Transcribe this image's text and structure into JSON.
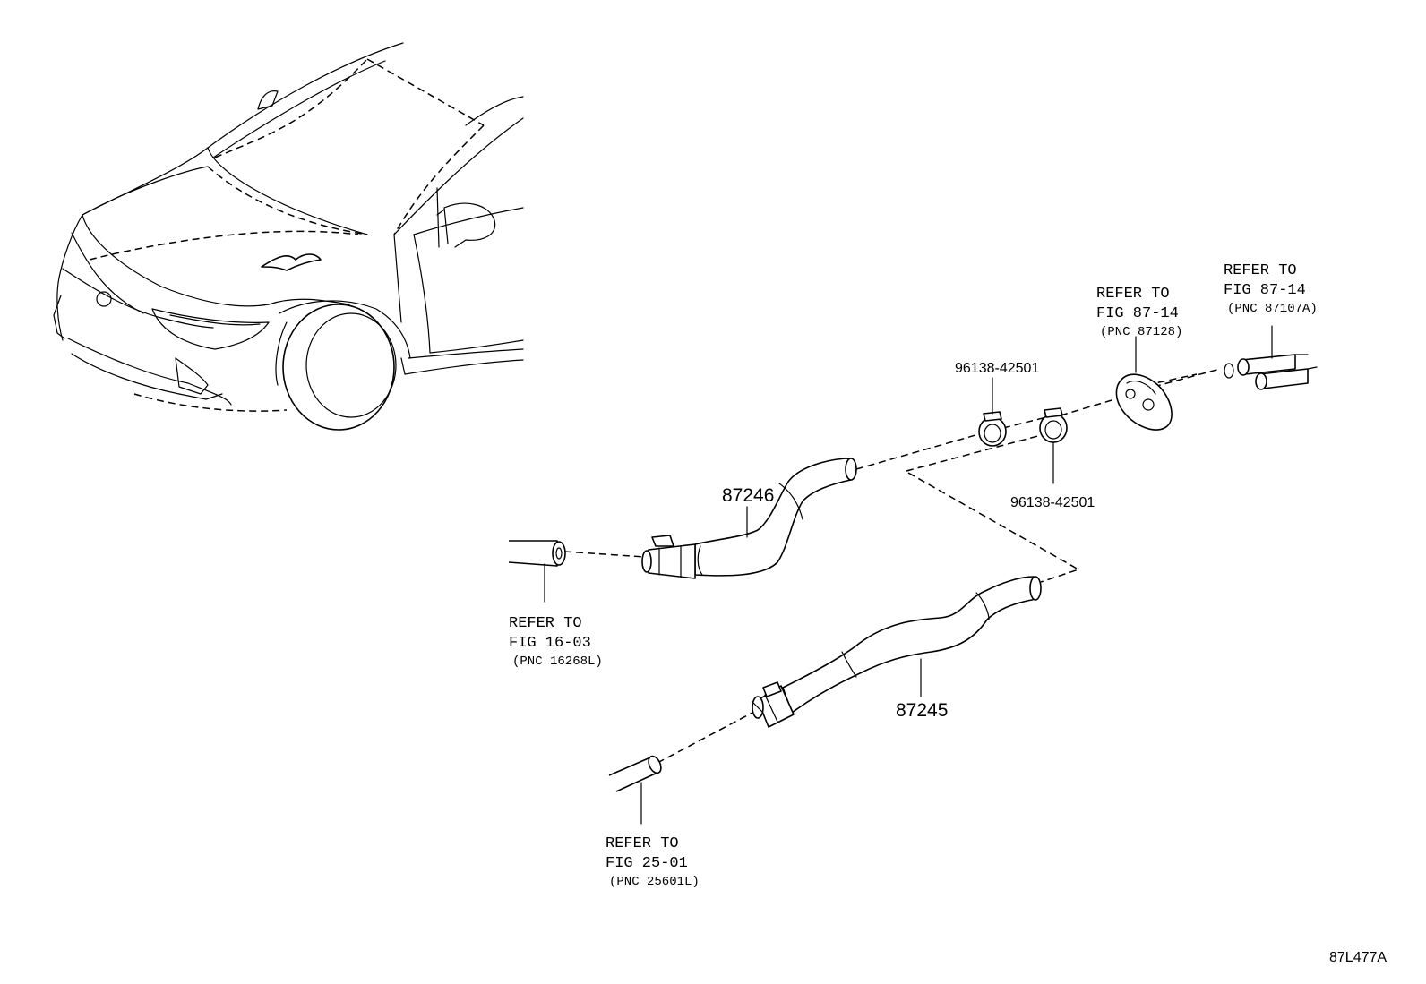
{
  "part_numbers": {
    "hose_upper": "87246",
    "hose_lower": "87245",
    "clamp_a": "96138-42501",
    "clamp_b": "96138-42501"
  },
  "references": {
    "fig_87_14_87128": {
      "line1": "REFER TO",
      "line2": "FIG 87-14",
      "line3": "(PNC 87128)"
    },
    "fig_87_14_87107a": {
      "line1": "REFER TO",
      "line2": "FIG 87-14",
      "line3": "(PNC 87107A)"
    },
    "fig_16_03": {
      "line1": "REFER TO",
      "line2": "FIG 16-03",
      "line3": "(PNC 16268L)"
    },
    "fig_25_01": {
      "line1": "REFER TO",
      "line2": "FIG 25-01",
      "line3": "(PNC 25601L)"
    }
  },
  "figure_code": "87L477A",
  "colors": {
    "ink": "#000000",
    "background": "#ffffff"
  }
}
